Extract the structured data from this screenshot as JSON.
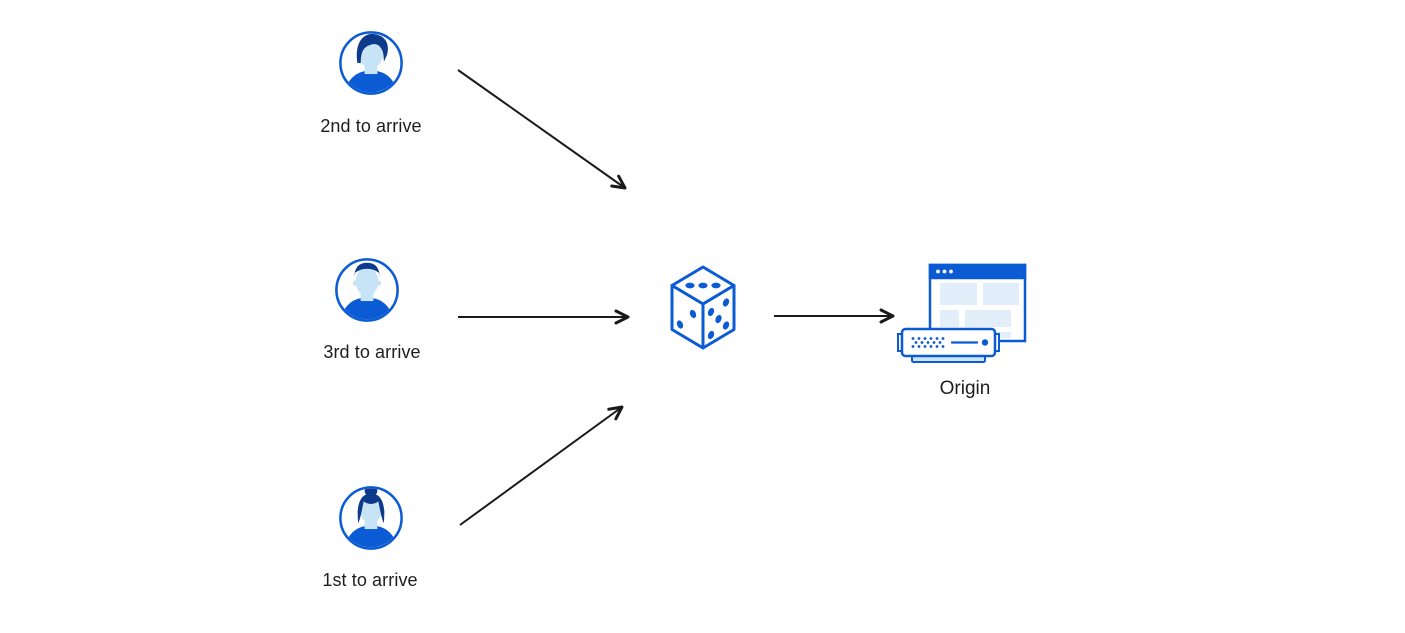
{
  "diagram": {
    "visitors": [
      {
        "id": "visitor-2nd",
        "label": "2nd to arrive",
        "icon": "male-avatar-icon"
      },
      {
        "id": "visitor-3rd",
        "label": "3rd to arrive",
        "icon": "male-short-hair-avatar-icon"
      },
      {
        "id": "visitor-1st",
        "label": "1st to arrive",
        "icon": "female-avatar-icon"
      }
    ],
    "center": {
      "icon": "dice-icon"
    },
    "origin": {
      "label": "Origin",
      "icon": "origin-server-icon"
    },
    "arrows": [
      {
        "from": "visitor-2nd",
        "to": "dice"
      },
      {
        "from": "visitor-3rd",
        "to": "dice"
      },
      {
        "from": "visitor-1st",
        "to": "dice"
      },
      {
        "from": "dice",
        "to": "origin"
      }
    ],
    "colors": {
      "primary_blue": "#0B5BD4",
      "dark_navy": "#0D3A8A",
      "face_light_blue": "#C7E4F7",
      "panel_light_blue": "#E2EEFA",
      "server_base_blue": "#CFE4F7",
      "arrow_black": "#1A1A1A",
      "text": "#1D1D1F",
      "background": "#FFFFFF"
    }
  }
}
